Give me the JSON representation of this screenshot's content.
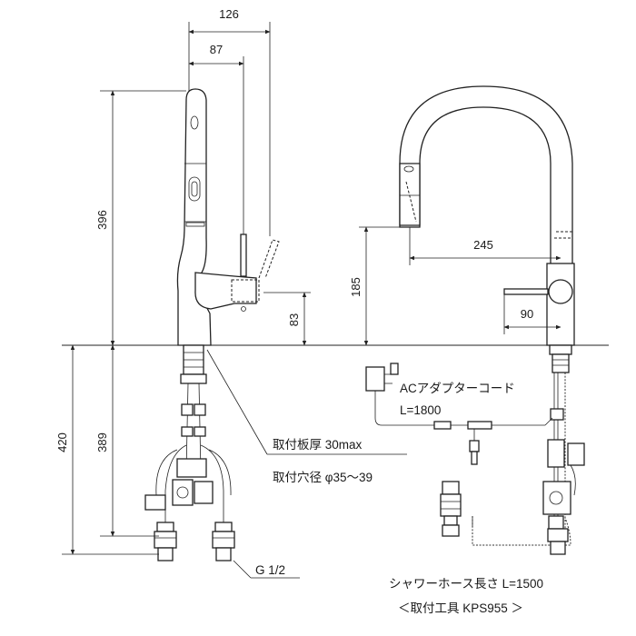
{
  "dimensions": {
    "width_total": "126",
    "width_spout_axis": "87",
    "height_total": "396",
    "height_handle": "83",
    "under_counter_total": "420",
    "under_counter_pipe": "389",
    "side_reach": "245",
    "side_height": "185",
    "side_handle_reach": "90"
  },
  "notes": {
    "plate_thickness": "取付板厚 30max",
    "hole_diameter": "取付穴径 φ35～39",
    "pipe_thread": "G 1/2",
    "adapter_cord": "ACアダプターコード",
    "adapter_cord_length": "L=1800",
    "shower_hose": "シャワーホース長さ L=1500",
    "mounting_tool": "＜取付工具 KPS955 ＞"
  }
}
